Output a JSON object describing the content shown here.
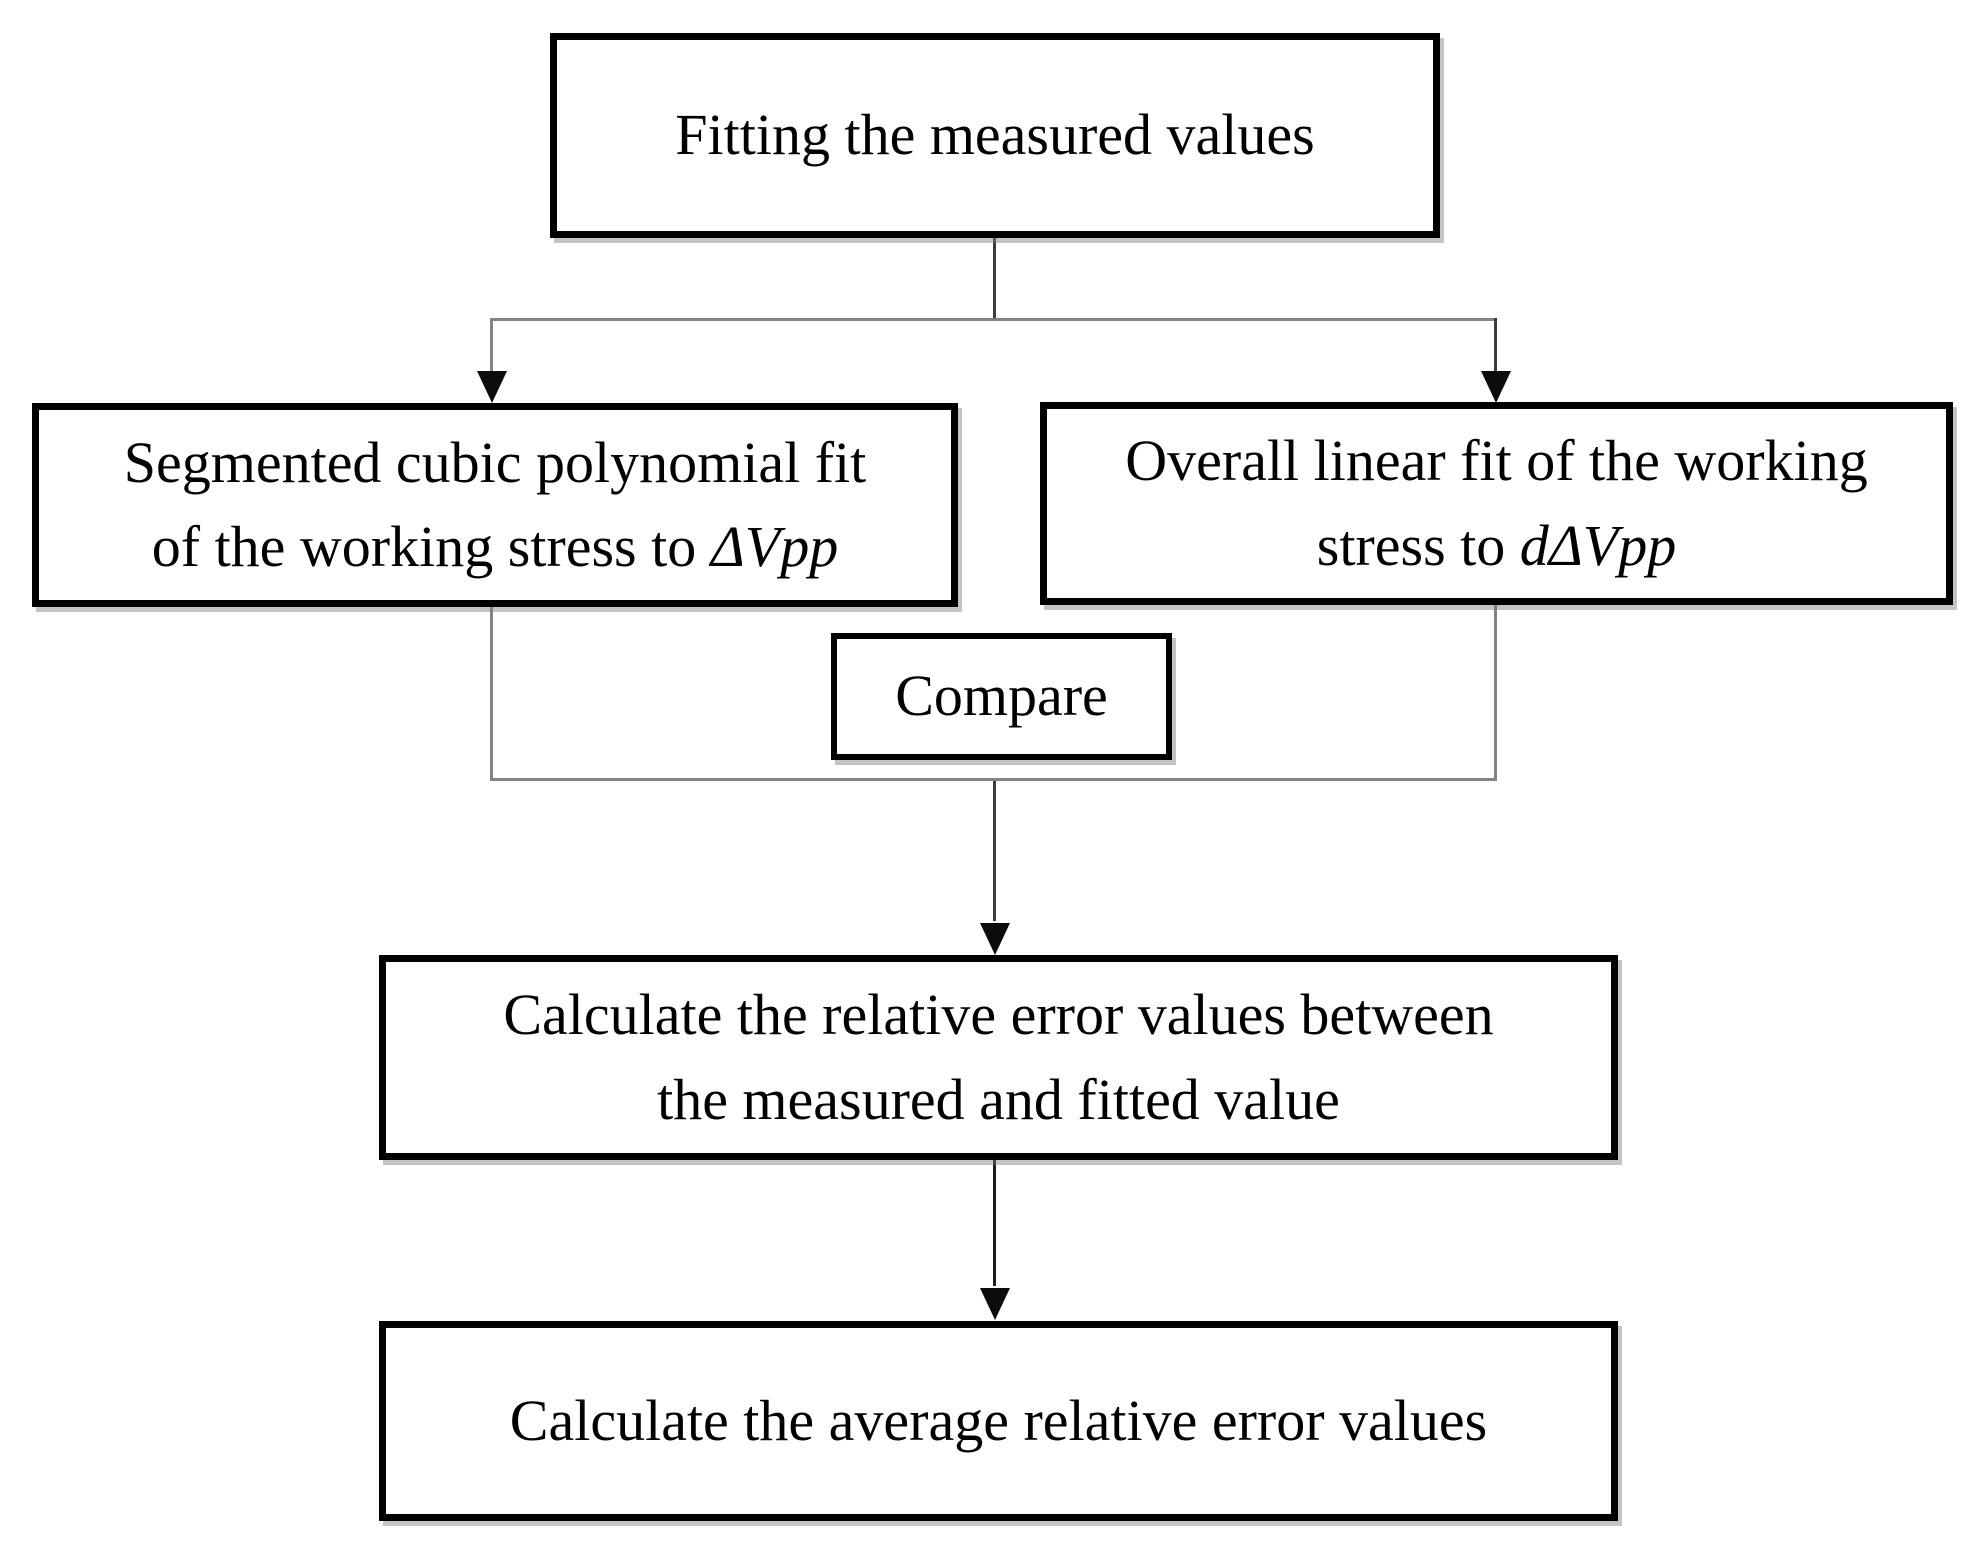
{
  "diagram": {
    "title": "Fitting procedure flowchart",
    "nodes": {
      "top": {
        "label": "Fitting the measured values"
      },
      "left": {
        "line1": "Segmented cubic polynomial fit",
        "line2_prefix": "of the working stress to ",
        "line2_math": "ΔVpp"
      },
      "right": {
        "line1": "Overall linear fit of the working",
        "line2_prefix": "stress to ",
        "line2_math": "dΔVpp"
      },
      "compare": {
        "label": "Compare"
      },
      "rel_error": {
        "line1": "Calculate the relative error values between",
        "line2": "the measured and fitted value"
      },
      "avg_error": {
        "label": "Calculate the average relative error values"
      }
    },
    "colors": {
      "background": "#ffffff",
      "box_border": "#000000",
      "text": "#000000",
      "connector_gray": "#838383",
      "connector_dark": "#3c3c3c",
      "arrow_black": "#0c0c0c"
    }
  }
}
